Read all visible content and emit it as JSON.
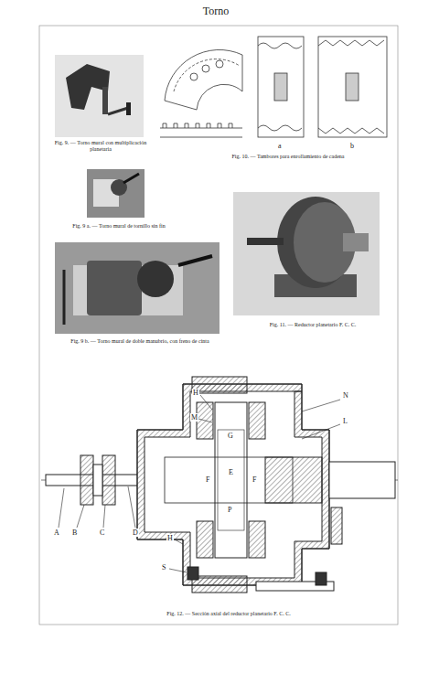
{
  "diagram": {
    "title": "Torno",
    "labels": [
      "Fig. 9. — Torno mural con multiplicación planetaria",
      "Fig. 10. — Tambores para enrollamiento de cadena",
      "a",
      "b",
      "Fig. 9 a. — Torno mural de tornillo sin fin",
      "Fig. 9 b. — Torno mural de doble manubrio, con freno de cinta",
      "Fig. 11. — Reductor planetario F. C. C.",
      "Fig. 12. — Sección axial del reductor planetario F. C. C.",
      "H",
      "M",
      "N",
      "L",
      "G",
      "F",
      "E",
      "F",
      "P",
      "A",
      "B",
      "C",
      "D",
      "H",
      "S"
    ]
  }
}
